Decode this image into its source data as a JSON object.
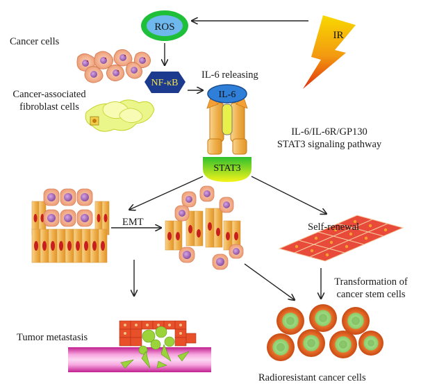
{
  "labels": {
    "ros": "ROS",
    "ir": "IR",
    "nfkb": "NF-κB",
    "il6": "IL-6",
    "stat3": "STAT3",
    "emt": "EMT",
    "cancer_cells": "Cancer cells",
    "caf_line1": "Cancer-associated",
    "caf_line2": "fibroblast cells",
    "il6_releasing": "IL-6 releasing",
    "pathway_line1": "IL-6/IL-6R/GP130",
    "pathway_line2": "STAT3 signaling pathway",
    "self_renewal": "Self-renewal",
    "transformation_line1": "Transformation of",
    "transformation_line2": "cancer stem cells",
    "tumor_metastasis": "Tumor metastasis",
    "radioresistant": "Radioresistant cancer cells"
  },
  "colors": {
    "ros_ring": "#1fbf3a",
    "ros_fill": "#6fb8ee",
    "nfkb": "#1c3a8e",
    "il6": "#2f7ed8",
    "receptor": "#f39a1f",
    "stat3_top": "#2fbf2f",
    "stat3_bottom": "#f3f31a",
    "lightning_top": "#f3c000",
    "lightning_bottom": "#e03a10",
    "cancer_cell": "#f4b28a",
    "nucleus": "#b176c4",
    "epithelial": "#f2c270",
    "epithelial_nucleus": "#c81e1e",
    "stem_cell": "#e84b3a",
    "vessel": "#d63aa8",
    "radioresistant_outer": "#e86a20",
    "radioresistant_inner": "#9ad47a"
  }
}
